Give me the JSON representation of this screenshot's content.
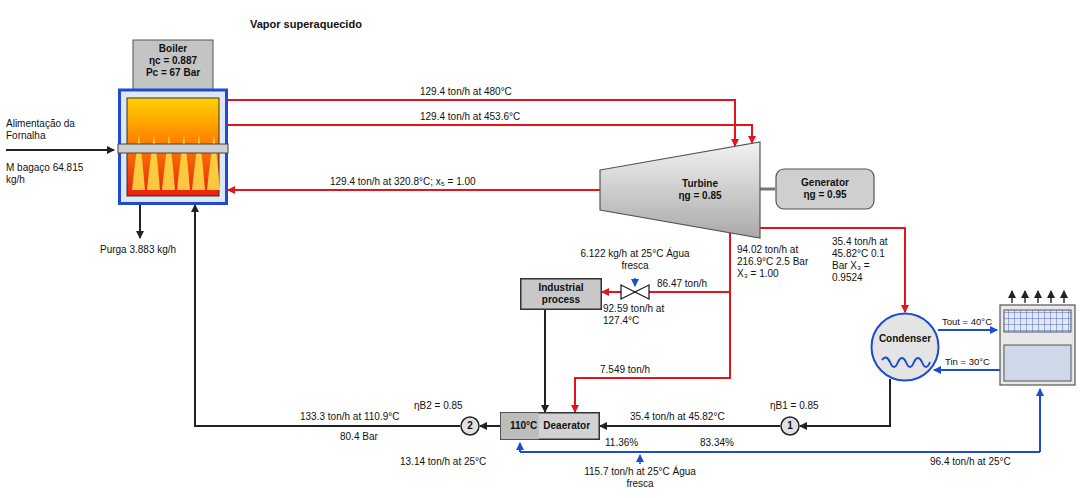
{
  "diagram": {
    "nodes": [
      {
        "text": [
          "Boiler",
          "ηc = 0.887",
          "Pc = 67 Bar"
        ]
      },
      {
        "text": [
          "Turbine",
          "ηg = 0.85"
        ]
      },
      {
        "text": [
          "Generator",
          "ηg = 0.95"
        ]
      },
      {
        "text": [
          "Industrial process"
        ]
      },
      {
        "text": [
          "Condenser"
        ]
      },
      {
        "text": [
          "2",
          "ηB2 = 0.85"
        ]
      },
      {
        "text": [
          "110°C",
          "Deaerator"
        ]
      },
      {
        "text": [
          "1",
          "ηB1 = 0.85"
        ]
      }
    ],
    "edges": [
      {
        "from": 0,
        "to": 1,
        "arrow": "to",
        "label": "129.4 ton/h at 480°C"
      },
      {
        "from": 0,
        "to": 1,
        "arrow": "to",
        "label": "129.4 ton/h at 453.6°C"
      },
      {
        "from": 1,
        "to": 0,
        "arrow": "to",
        "label": "129.4 ton/h at 320.8°C; x₅ = 1.00"
      },
      {
        "from": 1,
        "to": 2,
        "arrow": "none"
      },
      {
        "from": 1,
        "to": 4,
        "arrow": "to",
        "label": "35.4 ton/h at 45.82°C 0.1 Bar X₃ = 0.9524"
      },
      {
        "from": 1,
        "to": 3,
        "arrow": "to",
        "label": "86.47 ton/h"
      },
      {
        "from": 1,
        "to": 6,
        "arrow": "to",
        "label": "7.549 ton/h"
      },
      {
        "from": 3,
        "to": 6,
        "arrow": "to"
      },
      {
        "from": 4,
        "to": 7,
        "arrow": "to"
      },
      {
        "from": 7,
        "to": 6,
        "arrow": "to",
        "label": "35.4 ton/h at 45.82°C"
      },
      {
        "from": 6,
        "to": 5,
        "arrow": "to"
      },
      {
        "from": 5,
        "to": 0,
        "arrow": "to",
        "label": "133.3 ton/h at 110.9°C"
      }
    ],
    "labels": [
      "Vapor superaquecido",
      "Alimentação da Fornalha",
      "M bagaço 64.815 kg/h",
      "Purga 3.883 kg/h",
      "94.02 ton/h at 216.9°C 2.5 Bar X₃ = 1.00",
      "6.122 kg/h at 25°C Água fresca",
      "92.59 ton/h at 127.4°C",
      "80.4 Bar",
      "13.14 ton/h at 25°C",
      "11.36%",
      "83.34%",
      "115.7 ton/h at 25°C Água fresca",
      "96.4 ton/h at 25°C",
      "Tout = 40°C",
      "Tin = 30°C"
    ]
  }
}
